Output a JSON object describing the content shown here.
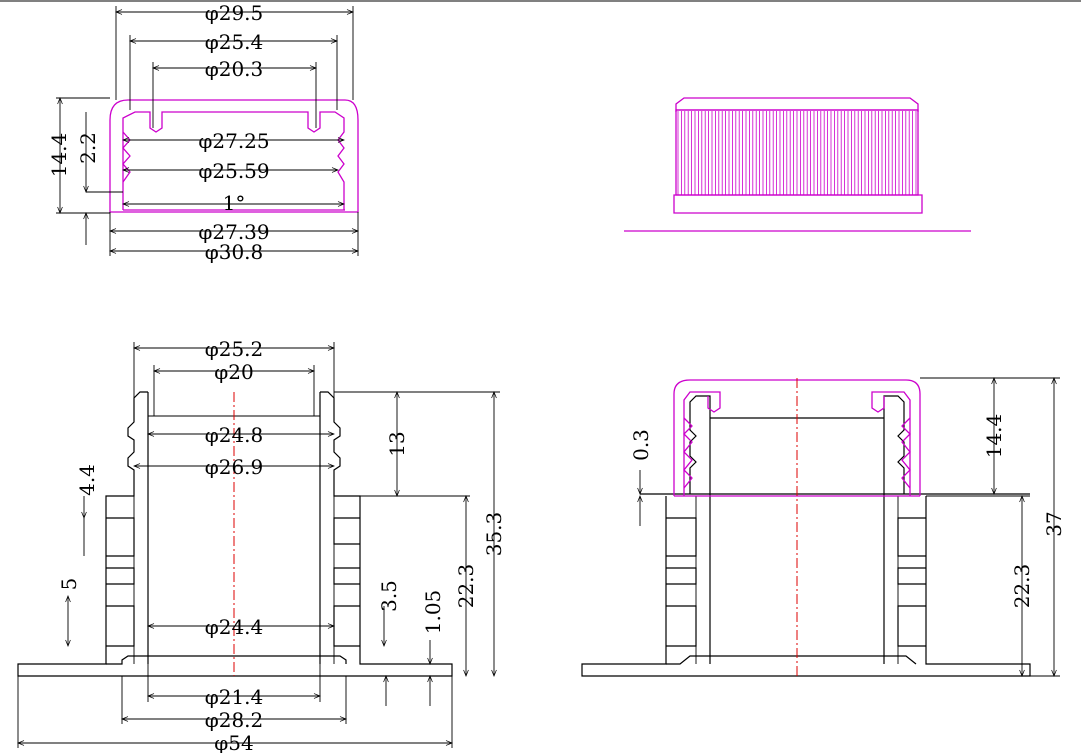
{
  "cap_top_view": {
    "dia_outer_top": "φ29.5",
    "dia_slot_outer": "φ25.4",
    "dia_slot_inner": "φ20.3",
    "dia_thread_major": "φ27.25",
    "dia_thread_minor": "φ25.59",
    "draft_angle": "1°",
    "dia_skirt_inner": "φ27.39",
    "dia_skirt_outer": "φ30.8",
    "height_total": "14.4",
    "height_step": "2.2"
  },
  "base_section": {
    "dia_neck_outer": "φ25.2",
    "dia_bore": "φ20",
    "dia_thread_root": "φ24.8",
    "dia_thread_crest": "φ26.9",
    "dia_bore_lower": "φ24.4",
    "dia_bottom_inner": "φ21.4",
    "dia_bottom_step": "φ28.2",
    "dia_flange": "φ54",
    "height_neck": "13",
    "height_total": "35.3",
    "height_body": "22.3",
    "fin_gap": "4.4",
    "fin_pitch": "5",
    "fin_thickness": "3.5",
    "step_height": "1.05"
  },
  "assembly_section": {
    "gap": "0.3",
    "cap_height": "14.4",
    "body_height": "22.3",
    "total_height": "37"
  },
  "colors": {
    "outline": "#000000",
    "cap": "#cc00cc",
    "centerline": "#dd0000"
  }
}
